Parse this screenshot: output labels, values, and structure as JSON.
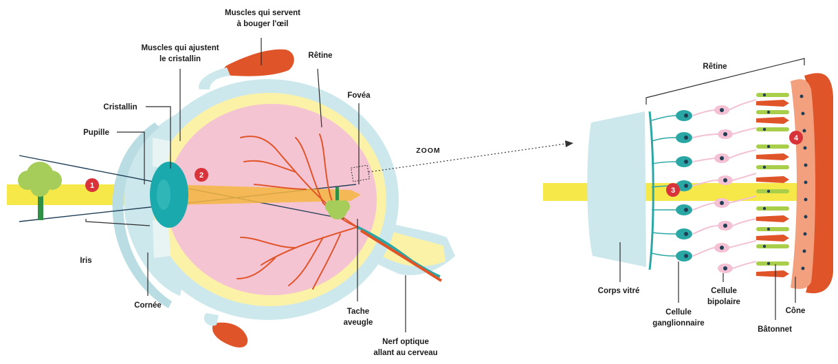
{
  "labels": {
    "muscles_oeil": [
      "Muscles qui servent",
      "à bouger l'œil"
    ],
    "muscles_cristallin": [
      "Muscles qui ajustent",
      "le cristallin"
    ],
    "retine_left": "Rêtine",
    "fovea": "Fovéa",
    "cristallin": "Cristallin",
    "pupille": "Pupille",
    "iris": "Iris",
    "cornee": "Cornée",
    "tache_aveugle": [
      "Tache",
      "aveugle"
    ],
    "nerf_optique": [
      "Nerf optique",
      "allant au cerveau"
    ],
    "zoom": "ZOOM",
    "retine_right": "Rêtine",
    "corps_vitre": "Corps vitré",
    "cellule_ganglionnaire": [
      "Cellule",
      "ganglionnaire"
    ],
    "cellule_bipolaire": [
      "Cellule",
      "bipolaire"
    ],
    "cone": "Cône",
    "batonnet": "Bâtonnet"
  },
  "markers": [
    "1",
    "2",
    "3",
    "4"
  ],
  "colors": {
    "light_beam": "#f7e84a",
    "sclera": "#cde8ec",
    "choroid": "#fbf2a8",
    "vitreous": "#f5c4d2",
    "lens": "#1aa9ad",
    "muscle": "#e0542a",
    "vessel": "#e0542a",
    "ganglion": "#2aa7a4",
    "bipolar": "#f3c0d4",
    "rod_cone": "#a9cf4a",
    "epithelium": "#f2a07e",
    "marker": "#d8323a"
  }
}
